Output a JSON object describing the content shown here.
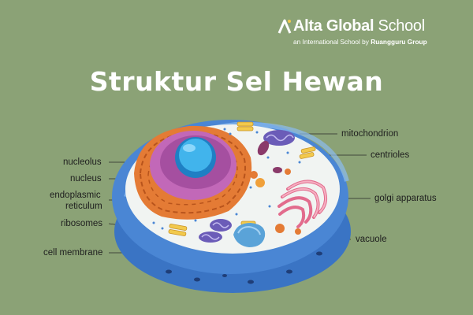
{
  "brand": {
    "name_bold": "Alta Global",
    "name_light": "School",
    "tagline_prefix": "an International School by ",
    "tagline_bold": "Ruangguru Group"
  },
  "title": "Struktur Sel Hewan",
  "labels": {
    "nucleolus": "nucleolus",
    "nucleus": "nucleus",
    "endoplasmic_1": "endoplasmic",
    "endoplasmic_2": "reticulum",
    "ribosomes": "ribosomes",
    "cell_membrane": "cell membrane",
    "mitochondrion": "mitochondrion",
    "centrioles": "centrioles",
    "golgi": "golgi apparatus",
    "vacuole": "vacuole"
  },
  "colors": {
    "background": "#8ba276",
    "membrane": "#4a86d4",
    "cytoplasm": "#f1f4f2",
    "nucleus": "#c268b8",
    "nucleolus": "#41b4ec",
    "er": "#e47b35",
    "golgi": "#f08aa4",
    "mitochondrion": "#7a6ec4",
    "centriole": "#f2c94c"
  }
}
